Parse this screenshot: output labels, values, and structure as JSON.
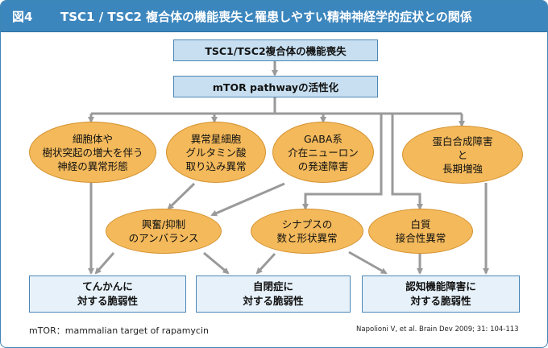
{
  "title": {
    "label": "図4",
    "text": "TSC1 / TSC2 複合体の機能喪失と罹患しやすい精神神経学的症状との関係"
  },
  "boxes": {
    "top": "TSC1/TSC2複合体の機能喪失",
    "mtor": "mTOR pathwayの活性化"
  },
  "nodes": {
    "cell_body": [
      "細胞体や",
      "樹状突起の増大を伴う",
      "神経の異常形態"
    ],
    "astrocyte": [
      "異常星細胞",
      "グルタミン酸",
      "取り込み異常"
    ],
    "gaba": [
      "GABA系",
      "介在ニューロン",
      "の発達障害"
    ],
    "protein": [
      "蛋白合成障害",
      "と",
      "長期増強"
    ],
    "excitation": [
      "興奮/抑制",
      "のアンバランス"
    ],
    "synapse": [
      "シナプスの",
      "数と形状異常"
    ],
    "white_matter": [
      "白質",
      "接合性異常"
    ]
  },
  "outcomes": {
    "epilepsy": [
      "てんかんに",
      "対する脆弱性"
    ],
    "autism": [
      "自閉症に",
      "対する脆弱性"
    ],
    "cognitive": [
      "認知機能障害に",
      "対する脆弱性"
    ]
  },
  "footer": {
    "abbrev": "mTOR：mammalian target of rapamycin",
    "citation": "Napolioni V, et al. Brain Dev 2009; 31: 104-113"
  },
  "colors": {
    "header": "#3c86be",
    "blue_box": "#c7dff0",
    "ellipse": "#f3b95b",
    "arrow": "#9a9a9a"
  }
}
